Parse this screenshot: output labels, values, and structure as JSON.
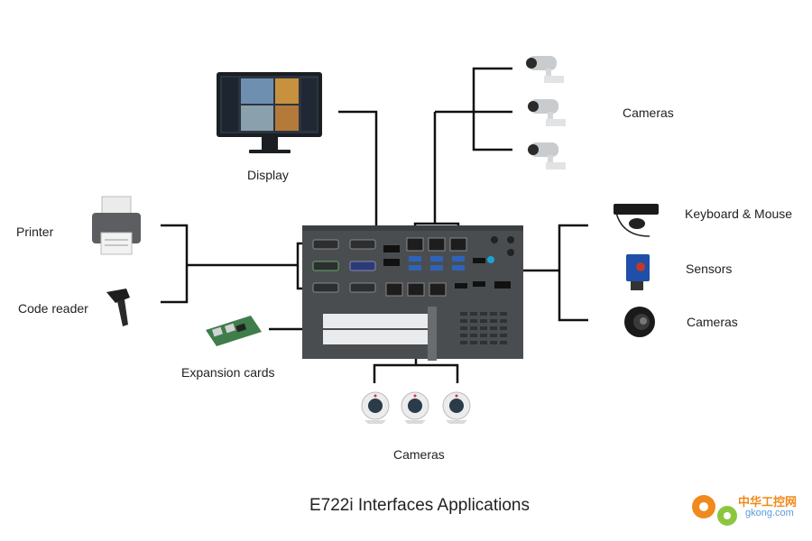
{
  "title": "E722i Interfaces Applications",
  "labels": {
    "display": "Display",
    "cameras_top": "Cameras",
    "printer": "Printer",
    "code_reader": "Code reader",
    "keyboard_mouse": "Keyboard & Mouse",
    "sensors": "Sensors",
    "cameras_right": "Cameras",
    "expansion_cards": "Expansion cards",
    "cameras_bottom": "Cameras"
  },
  "watermark": {
    "brand": "中华工控网",
    "domain": "gkong.com"
  },
  "colors": {
    "line": "#111111",
    "chassis": "#4a4d50",
    "watermark_orange": "#f08a1c",
    "watermark_blue": "#5a9bd8"
  }
}
